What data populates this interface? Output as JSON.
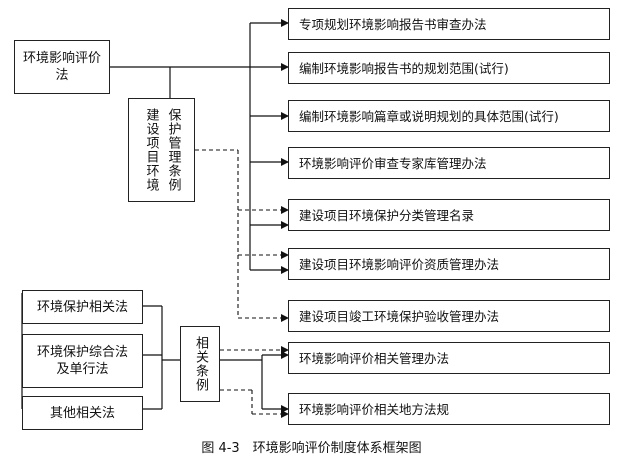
{
  "diagram": {
    "left_nodes": {
      "law": "环境影响评价法",
      "regulation_col1": "保护管理条例",
      "regulation_col2": "建设项目环境",
      "env_related_law": "环境保护相关法",
      "env_comprehensive_law": "环境保护综合法及单行法",
      "other_related_law": "其他相关法",
      "related_regulation": "相关条例"
    },
    "right_nodes": [
      "专项规划环境影响报告书审查办法",
      "编制环境影响报告书的规划范围(试行)",
      "编制环境影响篇章或说明规划的具体范围(试行)",
      "环境影响评价审查专家库管理办法",
      "建设项目环境保护分类管理名录",
      "建设项目环境影响评价资质管理办法",
      "建设项目竣工环境保护验收管理办法",
      "环境影响评价相关管理办法",
      "环境影响评价相关地方法规"
    ],
    "caption": "图 4-3　环境影响评价制度体系框架图"
  }
}
